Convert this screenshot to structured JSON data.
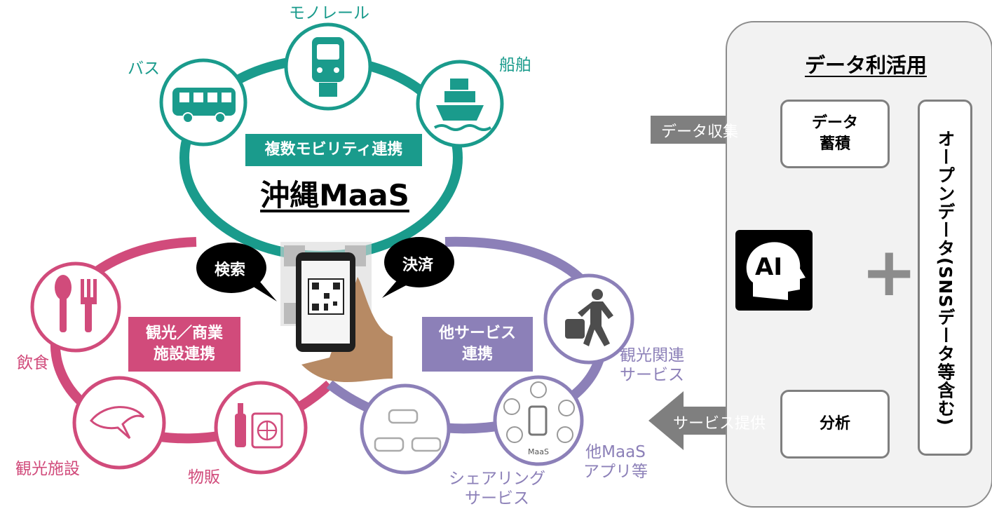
{
  "mobility": {
    "monorail": "モノレール",
    "bus": "バス",
    "ship": "船舶",
    "badge": "複数モビリティ連携",
    "title": "沖縄MaaS"
  },
  "bubbles": {
    "search": "検索",
    "payment": "決済"
  },
  "tourism": {
    "badge_line1": "観光／商業",
    "badge_line2": "施設連携",
    "food": "飲食",
    "facility": "観光施設",
    "retail": "物販"
  },
  "other": {
    "badge_line1": "他サービス",
    "badge_line2": "連携",
    "tourism_related_line1": "観光関連",
    "tourism_related_line2": "サービス",
    "other_maas_line1": "他MaaS",
    "other_maas_line2": "アプリ等",
    "sharing_line1": "シェアリング",
    "sharing_line2": "サービス",
    "maas_icon_text": "MaaS"
  },
  "data_panel": {
    "title": "データ利活用",
    "collect": "データ収集",
    "store_line1": "データ",
    "store_line2": "蓄積",
    "ai": "AI",
    "plus": "+",
    "open_data": "オープンデータ(SNSデータ等含む)",
    "analysis": "分析",
    "provide": "サービス提供"
  },
  "colors": {
    "teal": "#1a9b8c",
    "pink": "#d14b7b",
    "purple": "#8c80b8",
    "gray": "#7f7f7f"
  }
}
